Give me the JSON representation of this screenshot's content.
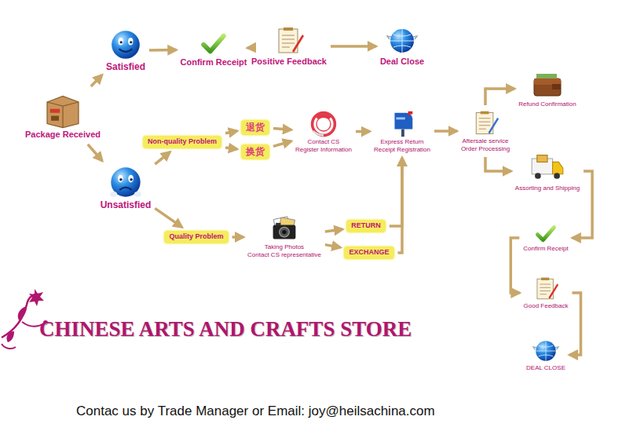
{
  "diagram": {
    "title": "CHINESE ARTS AND CRAFTS STORE",
    "caption": "Contac us by Trade Manager or Email: joy@heilsachina.com",
    "nodes": [
      {
        "text": [
          "Package Received"
        ]
      },
      {
        "text": [
          "Satisfied"
        ]
      },
      {
        "text": [
          "Confirm Receipt"
        ]
      },
      {
        "text": [
          "Positive Feedback"
        ]
      },
      {
        "text": [
          "Deal Close"
        ]
      },
      {
        "text": [
          "Non-quality Problem"
        ]
      },
      {
        "text": [
          "退货"
        ]
      },
      {
        "text": [
          "换货"
        ]
      },
      {
        "text": [
          "Contact CS",
          "Register Information"
        ]
      },
      {
        "text": [
          "Express Return",
          "Receipt Registration"
        ]
      },
      {
        "text": [
          "Aftersale service",
          "Order Processing"
        ]
      },
      {
        "text": [
          "Refund Confirmation"
        ]
      },
      {
        "text": [
          "Assorting and Shipping"
        ]
      },
      {
        "text": [
          "Unsatisfied"
        ]
      },
      {
        "text": [
          "Quality Problem"
        ]
      },
      {
        "text": [
          "Taking Photos",
          "Contact CS representative"
        ]
      },
      {
        "text": [
          "RETURN"
        ]
      },
      {
        "text": [
          "EXCHANGE"
        ]
      },
      {
        "text": [
          "Confirm Receipt"
        ]
      },
      {
        "text": [
          "Good Feedback"
        ]
      },
      {
        "text": [
          "DEAL CLOSE"
        ]
      }
    ],
    "edges": [
      {
        "from": 0,
        "to": 1,
        "arrow": "to"
      },
      {
        "from": 1,
        "to": 2,
        "arrow": "to"
      },
      {
        "from": 2,
        "to": 3,
        "arrow": "to"
      },
      {
        "from": 3,
        "to": 4,
        "arrow": "to"
      },
      {
        "from": 0,
        "to": 13,
        "arrow": "to"
      },
      {
        "from": 13,
        "to": 5,
        "arrow": "to"
      },
      {
        "from": 5,
        "to": 6,
        "arrow": "to"
      },
      {
        "from": 5,
        "to": 7,
        "arrow": "to"
      },
      {
        "from": 6,
        "to": 8,
        "arrow": "to"
      },
      {
        "from": 7,
        "to": 8,
        "arrow": "to"
      },
      {
        "from": 8,
        "to": 9,
        "arrow": "to"
      },
      {
        "from": 9,
        "to": 10,
        "arrow": "to"
      },
      {
        "from": 10,
        "to": 11,
        "arrow": "to"
      },
      {
        "from": 10,
        "to": 12,
        "arrow": "to"
      },
      {
        "from": 13,
        "to": 14,
        "arrow": "to"
      },
      {
        "from": 14,
        "to": 15,
        "arrow": "to"
      },
      {
        "from": 15,
        "to": 16,
        "arrow": "to"
      },
      {
        "from": 15,
        "to": 17,
        "arrow": "to"
      },
      {
        "from": 16,
        "to": 9,
        "arrow": "to"
      },
      {
        "from": 17,
        "to": 9,
        "arrow": "to"
      },
      {
        "from": 12,
        "to": 18,
        "arrow": "to"
      },
      {
        "from": 18,
        "to": 19,
        "arrow": "to"
      },
      {
        "from": 19,
        "to": 20,
        "arrow": "to"
      }
    ]
  }
}
